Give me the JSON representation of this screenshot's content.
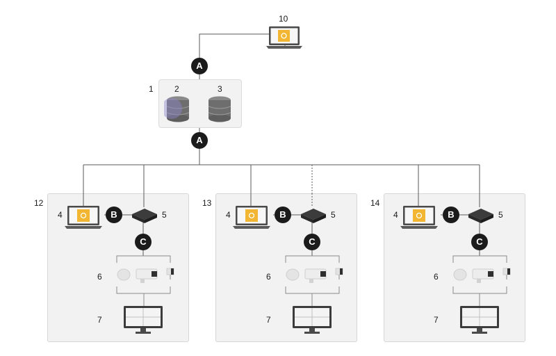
{
  "labels": {
    "management_client": "10",
    "server_group": "1",
    "database_server_a": "2",
    "database_server_b": "3",
    "site_1": "12",
    "site_2": "13",
    "site_3": "14",
    "client": "4",
    "recorder": "5",
    "cameras": "6",
    "monitor": "7"
  },
  "connections": {
    "wan": "A",
    "lan": "B",
    "camera_link": "C"
  },
  "colors": {
    "accent_screen": "#f2b632",
    "badge": "#1b1b1b",
    "panel": "#f2f2f2",
    "database": "#6e6e6e",
    "database_highlight": "#8d86c9"
  }
}
